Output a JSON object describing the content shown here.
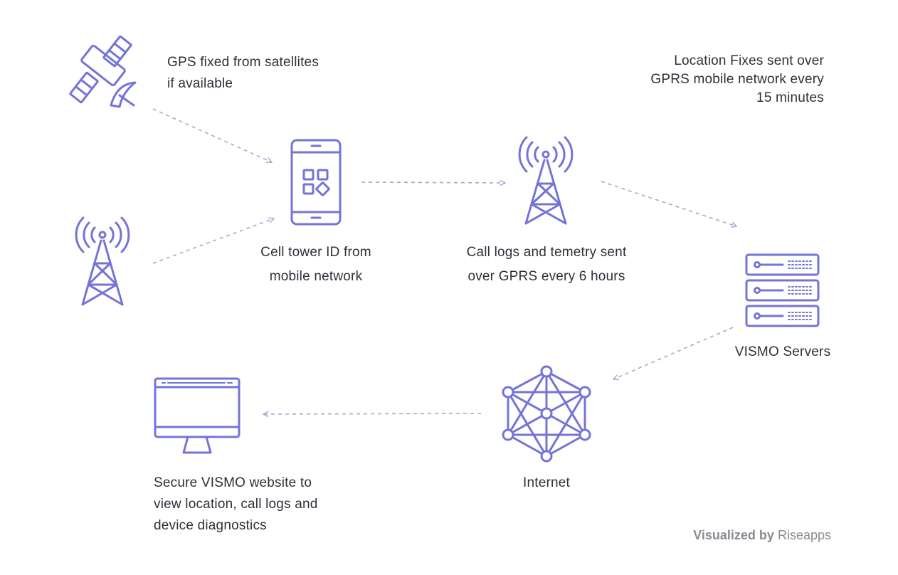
{
  "colors": {
    "icon": "#7374d6",
    "connector": "#a9a6cd",
    "text": "#2f2f3a",
    "brand": "#8a8a93"
  },
  "labels": {
    "gps": [
      "GPS fixed from satellites",
      "if available"
    ],
    "location_fixes": [
      "Location Fixes sent over",
      "GPRS mobile network every",
      "15 minutes"
    ],
    "cell_tower_id": [
      "Cell tower ID from",
      "mobile network"
    ],
    "call_logs": [
      "Call logs and temetry sent",
      "over GPRS every 6 hours"
    ],
    "servers": [
      "VISMO Servers"
    ],
    "internet": [
      "Internet"
    ],
    "website": [
      "Secure VISMO website to",
      "view location, call logs and",
      "device diagnostics"
    ]
  },
  "brand": {
    "prefix": "Visualized by",
    "name": "Riseapps"
  },
  "nodes": [
    {
      "id": "satellite",
      "icon": "satellite-icon"
    },
    {
      "id": "cell-tower-left",
      "icon": "cell-tower-icon"
    },
    {
      "id": "smartphone",
      "icon": "smartphone-icon"
    },
    {
      "id": "cell-tower-right",
      "icon": "cell-tower-icon"
    },
    {
      "id": "servers",
      "icon": "server-rack-icon"
    },
    {
      "id": "internet",
      "icon": "network-mesh-icon"
    },
    {
      "id": "monitor",
      "icon": "monitor-icon"
    }
  ],
  "edges": [
    {
      "from": "satellite",
      "to": "smartphone"
    },
    {
      "from": "cell-tower-left",
      "to": "smartphone"
    },
    {
      "from": "smartphone",
      "to": "cell-tower-right"
    },
    {
      "from": "cell-tower-right",
      "to": "servers"
    },
    {
      "from": "servers",
      "to": "internet"
    },
    {
      "from": "internet",
      "to": "monitor"
    }
  ]
}
